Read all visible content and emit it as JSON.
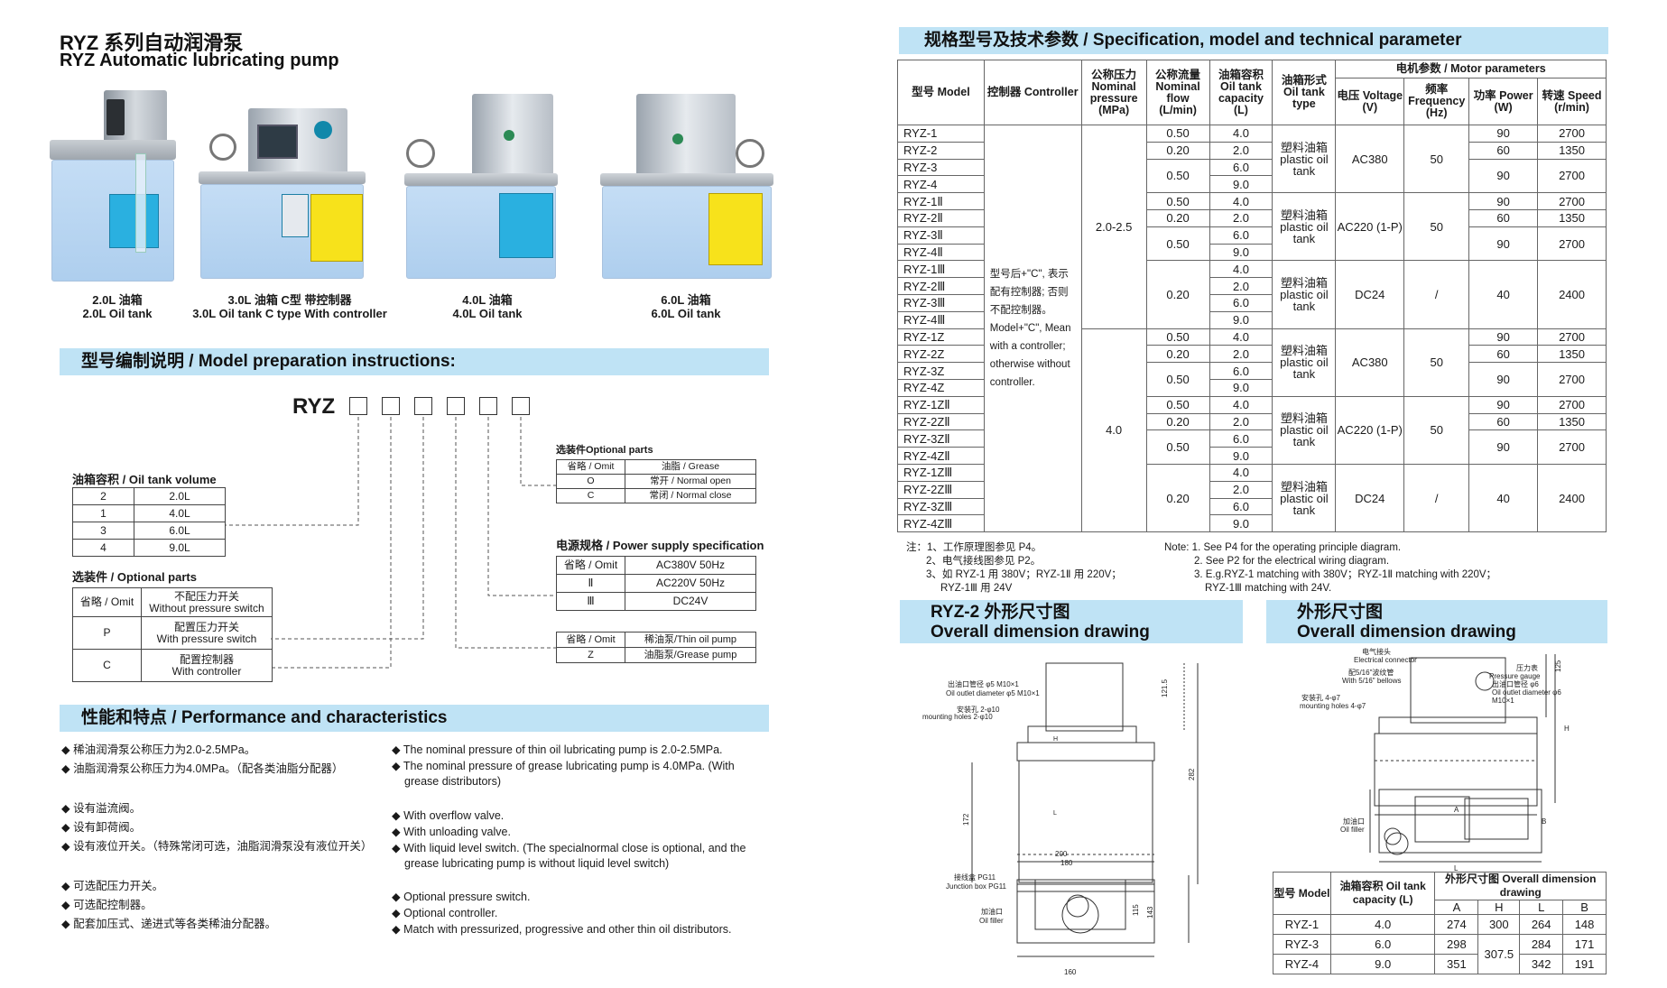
{
  "title": {
    "zh": "RYZ 系列自动润滑泵",
    "en": "RYZ Automatic lubricating pump"
  },
  "products": [
    {
      "zh": "2.0L 油箱",
      "en": "2.0L Oil tank"
    },
    {
      "zh": "3.0L 油箱 C型 带控制器",
      "en": "3.0L Oil tank C type With controller"
    },
    {
      "zh": "4.0L 油箱",
      "en": "4.0L Oil tank"
    },
    {
      "zh": "6.0L 油箱",
      "en": "6.0L Oil tank"
    }
  ],
  "model_prep": {
    "heading": "型号编制说明 / Model preparation instructions:",
    "code": "RYZ",
    "tank_header": "油箱容积 / Oil tank volume",
    "tank_rows": [
      [
        "2",
        "2.0L"
      ],
      [
        "1",
        "4.0L"
      ],
      [
        "3",
        "6.0L"
      ],
      [
        "4",
        "9.0L"
      ]
    ],
    "opt_header": "选装件 / Optional parts",
    "opt_rows": [
      [
        "省略 / Omit",
        "不配压力开关",
        "Without pressure switch"
      ],
      [
        "P",
        "配置压力开关",
        "With pressure switch"
      ],
      [
        "C",
        "配置控制器",
        "With controller"
      ]
    ],
    "opt2_header": "选装件Optional parts",
    "opt2_rows": [
      [
        "省略 / Omit",
        "油脂 / Grease"
      ],
      [
        "O",
        "常开 / Normal open"
      ],
      [
        "C",
        "常闭 / Normal close"
      ]
    ],
    "power_header": "电源规格 / Power supply specification",
    "power_rows": [
      [
        "省略 / Omit",
        "AC380V 50Hz"
      ],
      [
        "Ⅱ",
        "AC220V 50Hz"
      ],
      [
        "Ⅲ",
        "DC24V"
      ]
    ],
    "pumptype_rows": [
      [
        "省略 / Omit",
        "稀油泵/Thin oil pump"
      ],
      [
        "Z",
        "油脂泵/Grease pump"
      ]
    ]
  },
  "performance": {
    "heading": "性能和特点 / Performance and characteristics",
    "zh": [
      "稀油润滑泵公称压力为2.0-2.5MPa。",
      "油脂润滑泵公称压力为4.0MPa。（配各类油脂分配器）",
      "设有溢流阀。",
      "设有卸荷阀。",
      "设有液位开关。（特殊常闭可选，油脂润滑泵没有液位开关）",
      "可选配压力开关。",
      "可选配控制器。",
      "配套加压式、递进式等各类稀油分配器。"
    ],
    "en": [
      "The nominal pressure of thin oil lubricating pump is 2.0-2.5MPa.",
      "The nominal pressure of grease lubricating pump is 4.0MPa. (With grease distributors)",
      "With overflow valve.",
      "With unloading valve.",
      "With liquid level switch. (The specialnormal close is optional, and the grease lubricating pump is without liquid level switch)",
      "Optional pressure switch.",
      "Optional controller.",
      "Match with pressurized, progressive and other thin oil distributors."
    ]
  },
  "spec": {
    "heading": "规格型号及技术参数 / Specification, model and technical parameter",
    "cols": {
      "model": "型号 Model",
      "controller": "控制器 Controller",
      "pressure": "公称压力 Nominal pressure (MPa)",
      "flow": "公称流量 Nominal flow (L/min)",
      "capacity": "油箱容积 Oil tank capacity (L)",
      "type": "油箱形式 Oil tank type",
      "motor": "电机参数 / Motor parameters",
      "voltage": "电压 Voltage (V)",
      "freq": "频率 Frequency (Hz)",
      "power": "功率 Power (W)",
      "speed": "转速 Speed (r/min)"
    },
    "models": [
      "RYZ-1",
      "RYZ-2",
      "RYZ-3",
      "RYZ-4",
      "RYZ-1Ⅱ",
      "RYZ-2Ⅱ",
      "RYZ-3Ⅱ",
      "RYZ-4Ⅱ",
      "RYZ-1Ⅲ",
      "RYZ-2Ⅲ",
      "RYZ-3Ⅲ",
      "RYZ-4Ⅲ",
      "RYZ-1Z",
      "RYZ-2Z",
      "RYZ-3Z",
      "RYZ-4Z",
      "RYZ-1ZⅡ",
      "RYZ-2ZⅡ",
      "RYZ-3ZⅡ",
      "RYZ-4ZⅡ",
      "RYZ-1ZⅢ",
      "RYZ-2ZⅢ",
      "RYZ-3ZⅢ",
      "RYZ-4ZⅢ"
    ],
    "controller_note": "型号后+\"C\", 表示配有控制器; 否则不配控制器。 Model+\"C\", Mean with a controller; otherwise without controller.",
    "pressure_a": "2.0-2.5",
    "pressure_b": "4.0",
    "caps": [
      "4.0",
      "2.0",
      "6.0",
      "9.0"
    ],
    "tank_type": "塑料油箱 plastic oil tank",
    "v_ac380": "AC380",
    "v_ac220": "AC220 (1-P)",
    "v_dc24": "DC24",
    "f50": "50",
    "fslash": "/",
    "pw": [
      "90",
      "60",
      "90"
    ],
    "sp": [
      "2700",
      "1350",
      "2700"
    ],
    "pw_dc": "40",
    "sp_dc": "2400",
    "fl_a": [
      "0.50",
      "0.20",
      "0.50"
    ],
    "fl_b": "0.20",
    "fl_z": [
      "0.50",
      "0.20",
      "0.50"
    ]
  },
  "notes": {
    "zh": [
      "注：1、工作原理图参见 P4。",
      "2、电气接线图参见 P2。",
      "3、如 RYZ-1 用 380V；RYZ-1Ⅱ 用 220V；",
      "RYZ-1Ⅲ 用 24V"
    ],
    "en": [
      "Note: 1. See P4 for the operating principle diagram.",
      "2. See P2 for the electrical wiring diagram.",
      "3. E.g.RYZ-1 matching with 380V；RYZ-1Ⅱ matching with 220V；",
      "RYZ-1Ⅲ matching with 24V."
    ]
  },
  "dim2": {
    "zh": "RYZ-2 外形尺寸图",
    "en": "Overall dimension drawing",
    "labels": [
      "出油口管径 φ5  M10×1",
      "Oil outlet diameter φ5  M10×1",
      "安装孔 2-φ10",
      "mounting holes 2-φ10",
      "接线盒 PG11",
      "Junction box PG11",
      "加油口",
      "Oil filler"
    ],
    "dims": [
      "121.5",
      "282",
      "172",
      "200",
      "180",
      "115",
      "143",
      "160",
      "H",
      "L"
    ]
  },
  "dim": {
    "zh": "外形尺寸图",
    "en": "Overall dimension drawing",
    "labels": [
      "电气接头",
      "Electrical connector",
      "配5/16\"波纹管",
      "With 5/16\" bellows",
      "压力表",
      "Pressure gauge",
      "出油口管径 φ6",
      "Oil outlet diameter φ6",
      "M10×1",
      "安装孔 4-φ7",
      "mounting holes 4-φ7",
      "加油口",
      "Oil filler"
    ],
    "letters": [
      "125",
      "H",
      "A",
      "B",
      "L"
    ],
    "table": {
      "h_model": "型号 Model",
      "h_cap": "油箱容积 Oil tank capacity (L)",
      "h_dim": "外形尺寸图 Overall dimension drawing",
      "sub": [
        "A",
        "H",
        "L",
        "B"
      ],
      "rows": [
        [
          "RYZ-1",
          "4.0",
          "274",
          "300",
          "264",
          "148"
        ],
        [
          "RYZ-3",
          "6.0",
          "298",
          "",
          "284",
          "171"
        ],
        [
          "RYZ-4",
          "9.0",
          "351",
          "",
          "342",
          "191"
        ]
      ],
      "h_merged": "307.5"
    }
  }
}
